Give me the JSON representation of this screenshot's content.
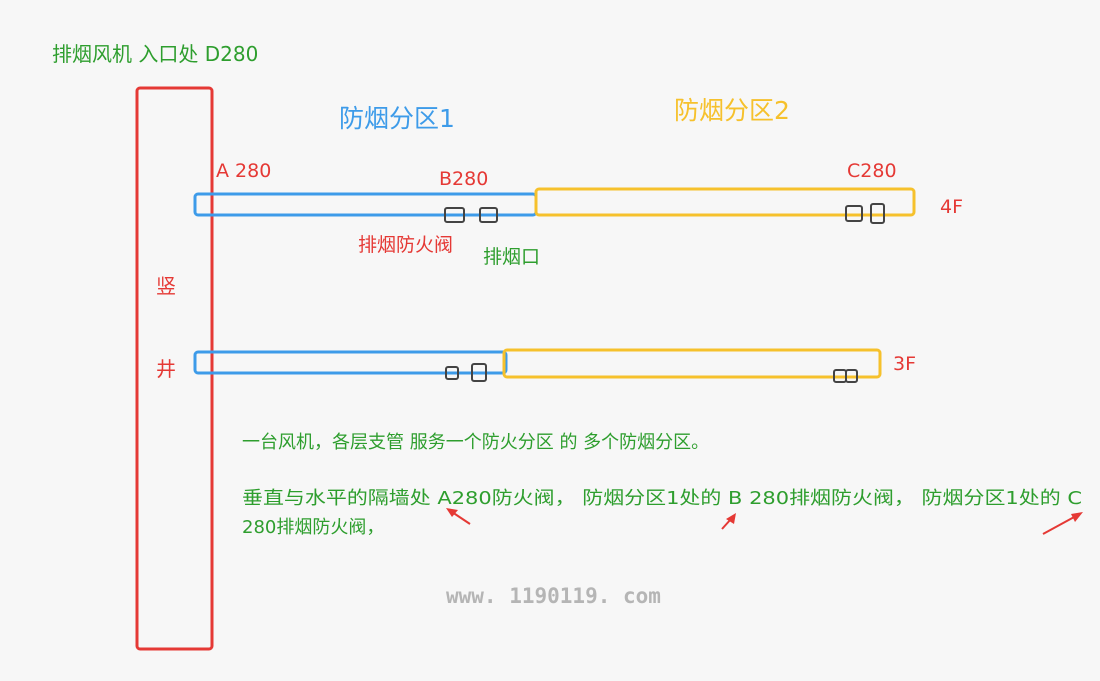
{
  "header": {
    "fan_label": "排烟风机 入口处  D280"
  },
  "zones": {
    "zone1_title": "防烟分区1",
    "zone2_title": "防烟分区2"
  },
  "shaft": {
    "char_top": "竖",
    "char_bottom": "井"
  },
  "points": {
    "a": "A 280",
    "b": "B280",
    "c": "C280"
  },
  "floors": {
    "f4": "4F",
    "f3": "3F"
  },
  "legend": {
    "smoke_damper": "排烟防火阀",
    "smoke_outlet": "排烟口"
  },
  "notes": {
    "line1": "一台风机，各层支管 服务一个防火分区 的 多个防烟分区。",
    "line2": "垂直与水平的隔墙处 A280防火阀，  防烟分区1处的  B 280排烟防火阀，  防烟分区1处的    C",
    "line3": "280排烟防火阀，"
  },
  "watermark": "www. 1190119. com",
  "colors": {
    "red": "#e53935",
    "blue": "#3d9be9",
    "yellow": "#f6c12c",
    "green": "#2e9e2e",
    "dark": "#444444"
  }
}
